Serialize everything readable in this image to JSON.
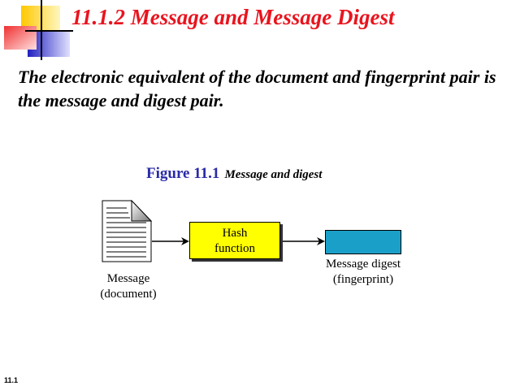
{
  "slide": {
    "title": "11.1.2  Message and Message Digest",
    "body": "The electronic equivalent of the document and fingerprint pair is the message and digest pair.",
    "figure_label": "Figure 11.1",
    "figure_caption": "Message and digest",
    "slide_number": "11.1"
  },
  "diagram": {
    "message_label_1": "Message",
    "message_label_2": "(document)",
    "hash_label_1": "Hash",
    "hash_label_2": "function",
    "digest_label_1": "Message digest",
    "digest_label_2": "(fingerprint)"
  },
  "colors": {
    "title": "#e8141e",
    "hash_box": "#ffff00",
    "digest_box": "#1aa0c8"
  }
}
